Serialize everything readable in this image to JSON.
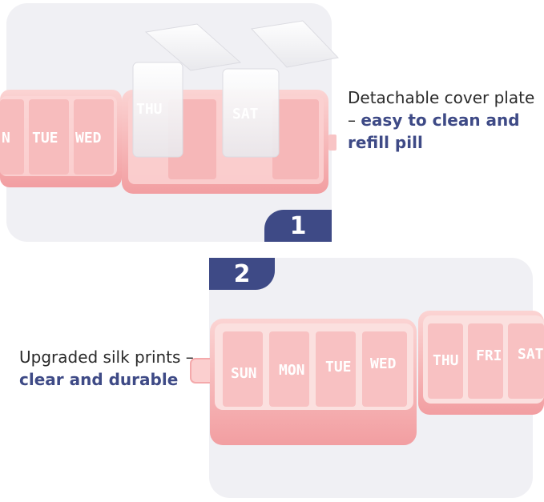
{
  "section1": {
    "badge": "1",
    "caption_plain": "Detachable cover plate – ",
    "caption_highlight": "easy to clean and refill pill",
    "days": [
      "N",
      "TUE",
      "WED",
      "THU",
      "SAT"
    ]
  },
  "section2": {
    "badge": "2",
    "caption_plain": "Upgraded silk prints –",
    "caption_highlight": "clear and durable",
    "days": [
      "SUN",
      "MON",
      "TUE",
      "WED",
      "THU",
      "FRI",
      "SAT"
    ]
  },
  "colors": {
    "accent": "#3e4a86",
    "panel_bg": "#f0f0f4",
    "case_pink": "#f4a9ab",
    "case_light": "#fbd0d0"
  }
}
